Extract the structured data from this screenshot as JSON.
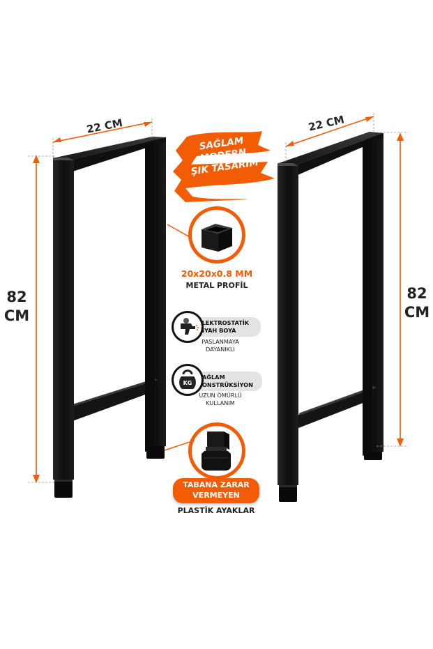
{
  "colors": {
    "accent": "#f25c05",
    "metal": "#141414",
    "text": "#222222",
    "pill": "#e3e3e3"
  },
  "left_leg": {
    "width_label": "22 CM",
    "height_label_1": "82",
    "height_label_2": "CM"
  },
  "right_leg": {
    "width_label": "22 CM",
    "height_label_1": "82",
    "height_label_2": "CM"
  },
  "slogan": {
    "line1": "SAĞLAM",
    "line2": "MODERN",
    "line3": "ŞIK TASARIM"
  },
  "profile": {
    "title": "20x20x0.8 MM",
    "subtitle": "METAL PROFİL",
    "icon": "square-tube-icon"
  },
  "coating": {
    "title_line1": "ELEKTROSTATİK",
    "title_line2": "SİYAH BOYA",
    "desc_line1": "PASLANMAYA",
    "desc_line2": "DAYANIKLI",
    "icon": "spray-gun-icon"
  },
  "construction": {
    "title_line1": "SAĞLAM",
    "title_line2": "KONSTRÜKSİYON",
    "desc_line1": "UZUN ÖMÜRLÜ",
    "desc_line2": "KULLANIM",
    "icon": "kettlebell-icon",
    "icon_text": "KG"
  },
  "feet": {
    "badge_line1": "TABANA ZARAR",
    "badge_line2": "VERMEYEN",
    "caption": "PLASTİK AYAKLAR",
    "icon": "plastic-foot-icon"
  }
}
